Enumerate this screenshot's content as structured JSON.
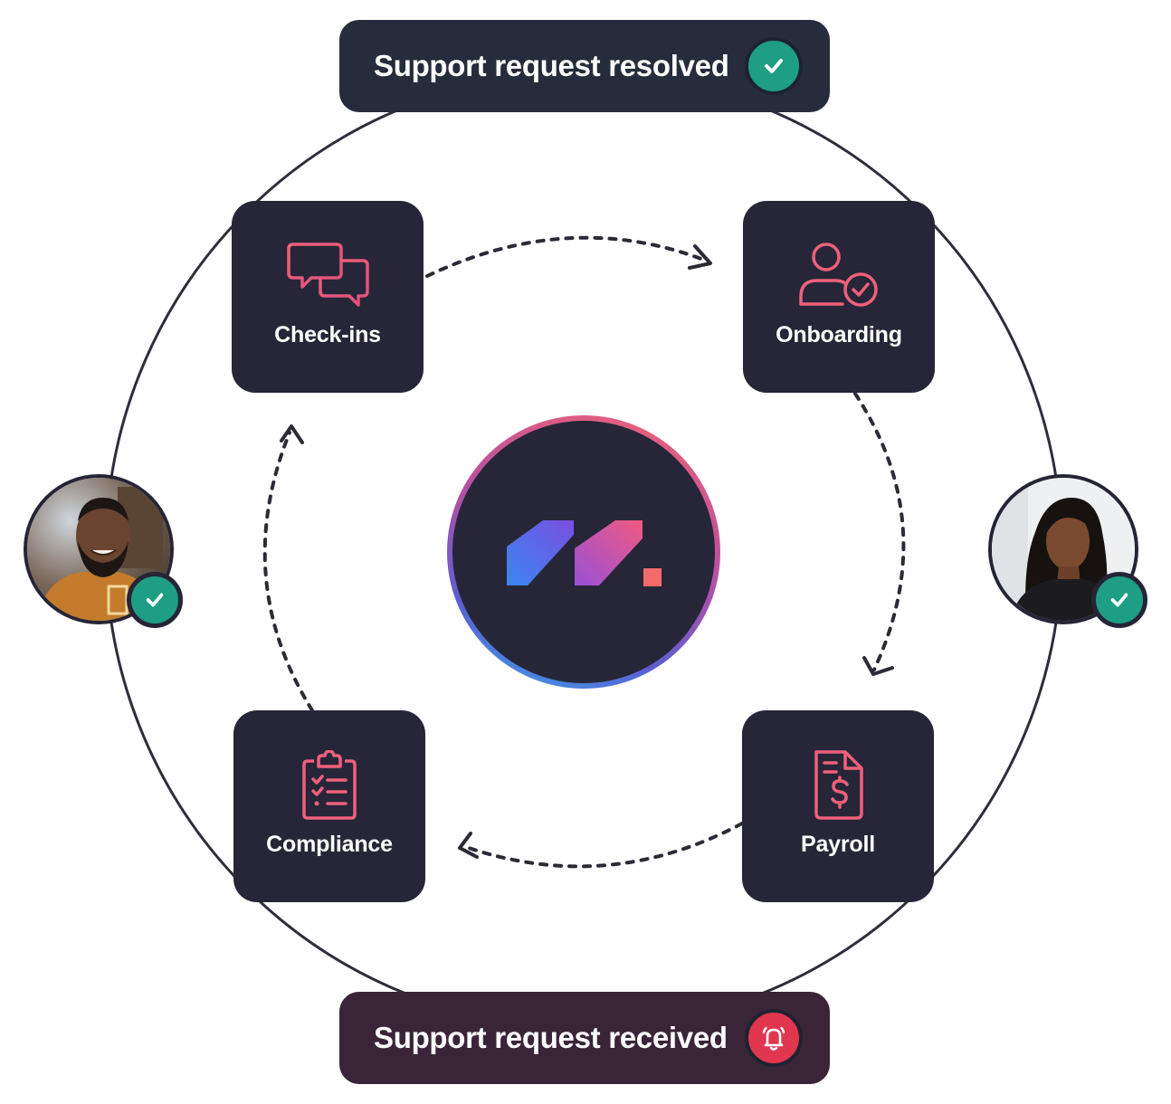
{
  "top_banner": {
    "text": "Support request resolved",
    "badge_icon": "check-icon",
    "background": "#262c3b",
    "badge_color": "#1d9e85"
  },
  "bottom_banner": {
    "text": "Support request received",
    "badge_icon": "bell-icon",
    "background": "#3a2538",
    "badge_color": "#e0364f"
  },
  "steps": [
    {
      "label": "Check-ins",
      "icon": "chat-bubbles-icon"
    },
    {
      "label": "Onboarding",
      "icon": "user-check-icon"
    },
    {
      "label": "Payroll",
      "icon": "invoice-dollar-icon"
    },
    {
      "label": "Compliance",
      "icon": "clipboard-checklist-icon"
    }
  ],
  "center": {
    "logo": "brand-logo"
  },
  "avatars": [
    {
      "name": "left-person-avatar",
      "status_icon": "check-icon"
    },
    {
      "name": "right-person-avatar",
      "status_icon": "check-icon"
    }
  ],
  "colors": {
    "card_bg": "#262638",
    "icon_accent": "#f0607a",
    "success": "#1d9e85",
    "alert": "#e0364f"
  }
}
